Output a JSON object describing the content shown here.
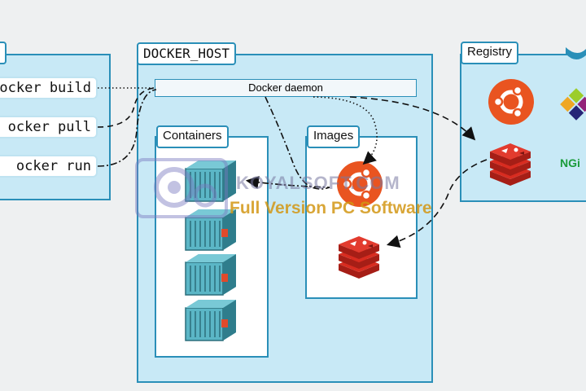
{
  "client": {
    "commands": [
      "ocker build",
      "ocker pull",
      "ocker run"
    ]
  },
  "host": {
    "title": "DOCKER_HOST",
    "daemon_label": "Docker daemon",
    "containers_label": "Containers",
    "images_label": "Images"
  },
  "registry": {
    "title": "Registry",
    "nginx_label": "NGi"
  },
  "watermark": {
    "line1": "KOYALSOFT.COM",
    "line2": "Full Version PC Software"
  },
  "icons": {
    "ubuntu": "ubuntu-logo-icon",
    "redis": "redis-logo-icon",
    "centos": "centos-logo-icon",
    "container": "shipping-container-icon"
  },
  "colors": {
    "panel_fill": "#c8e9f6",
    "panel_border": "#2a8fb8",
    "ubuntu": "#e95420",
    "redis": "#d82c20",
    "container": "#4aa8b8"
  }
}
